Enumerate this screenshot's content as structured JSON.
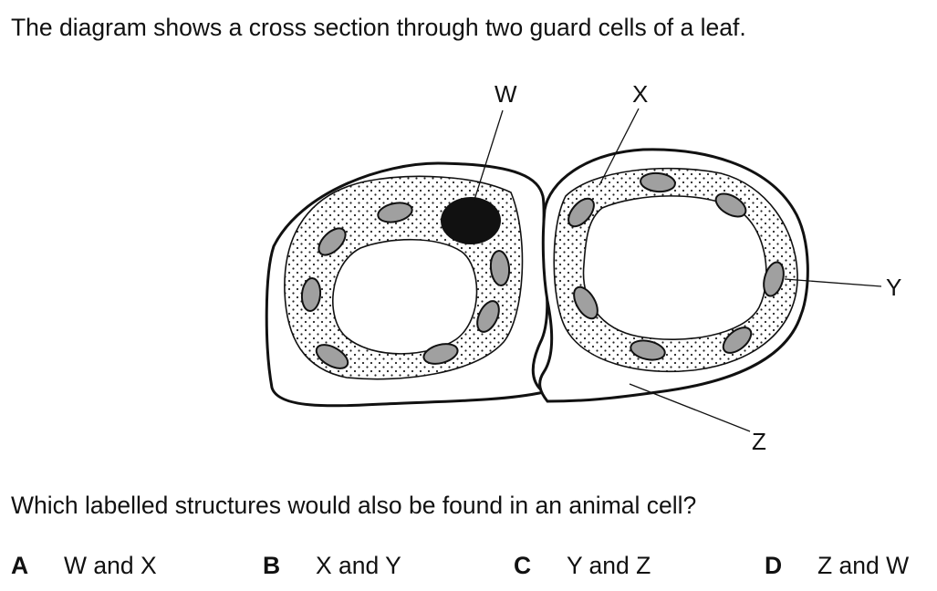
{
  "intro_text": "The diagram shows a cross section through two guard cells of a leaf.",
  "labels": {
    "w": "W",
    "x": "X",
    "y": "Y",
    "z": "Z"
  },
  "question_text": "Which labelled structures would also be found in an animal cell?",
  "options": [
    {
      "letter": "A",
      "text": "W and X"
    },
    {
      "letter": "B",
      "text": "X and Y"
    },
    {
      "letter": "C",
      "text": "Y and Z"
    },
    {
      "letter": "D",
      "text": "Z and W"
    }
  ]
}
